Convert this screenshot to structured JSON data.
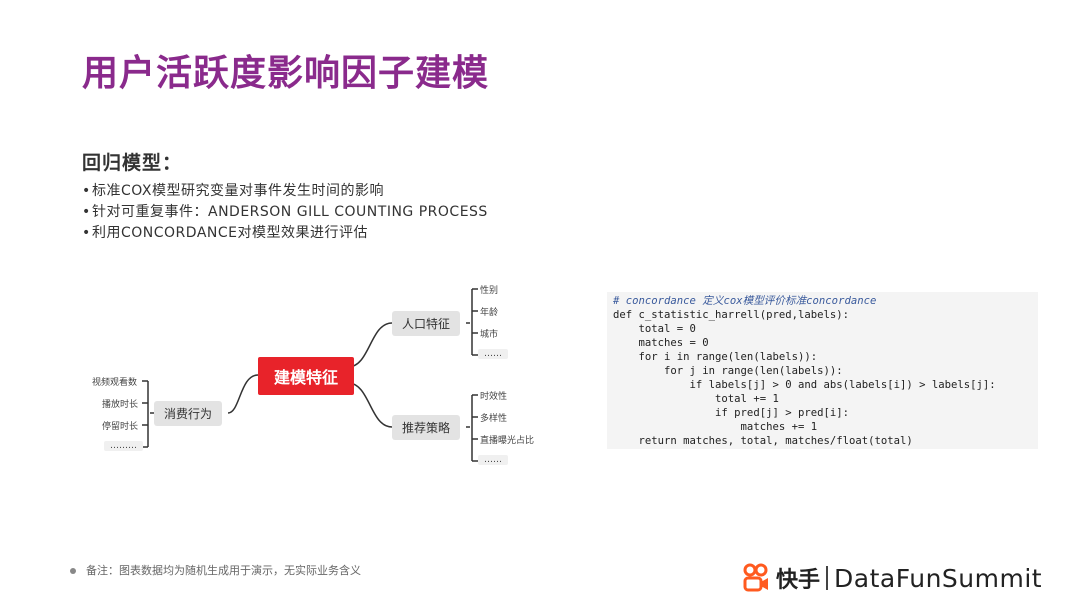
{
  "title": "用户活跃度影响因子建模",
  "section": {
    "heading": "回归模型：",
    "bullets": [
      "标准COX模型研究变量对事件发生时间的影响",
      "针对可重复事件：ANDERSON GILL COUNTING PROCESS",
      "利用CONCORDANCE对模型效果进行评估"
    ],
    "bullet_symbol": "•"
  },
  "mindmap": {
    "center": "建模特征",
    "population": {
      "label": "人口特征",
      "leaves": [
        "性别",
        "年龄",
        "城市",
        "……"
      ]
    },
    "recommend": {
      "label": "推荐策略",
      "leaves": [
        "时效性",
        "多样性",
        "直播曝光占比",
        "……"
      ]
    },
    "consumption": {
      "label": "消费行为",
      "leaves": [
        "视频观看数",
        "播放时长",
        "停留时长",
        "………"
      ]
    },
    "colors": {
      "center": "#e8232a",
      "branch": "#e3e3e3",
      "lines": "#333333"
    }
  },
  "code": {
    "lines": [
      "# concordance 定义cox模型评价标准concordance",
      "def c_statistic_harrell(pred,labels):",
      "    total = 0",
      "    matches = 0",
      "    for i in range(len(labels)):",
      "        for j in range(len(labels)):",
      "            if labels[j] > 0 and abs(labels[i]) > labels[j]:",
      "                total += 1",
      "                if pred[j] > pred[i]:",
      "                    matches += 1",
      "    return matches, total, matches/float(total)"
    ]
  },
  "footnote": "备注：图表数据均为随机生成用于演示，无实际业务含义",
  "brand": {
    "kuaishou": "快手",
    "datafun": "DataFunSummit",
    "icon": "kuaishou-logo-icon",
    "accent": "#ff5a1f"
  },
  "colors": {
    "title": "#8a2a8c",
    "code_bg": "#f4f4f4"
  }
}
